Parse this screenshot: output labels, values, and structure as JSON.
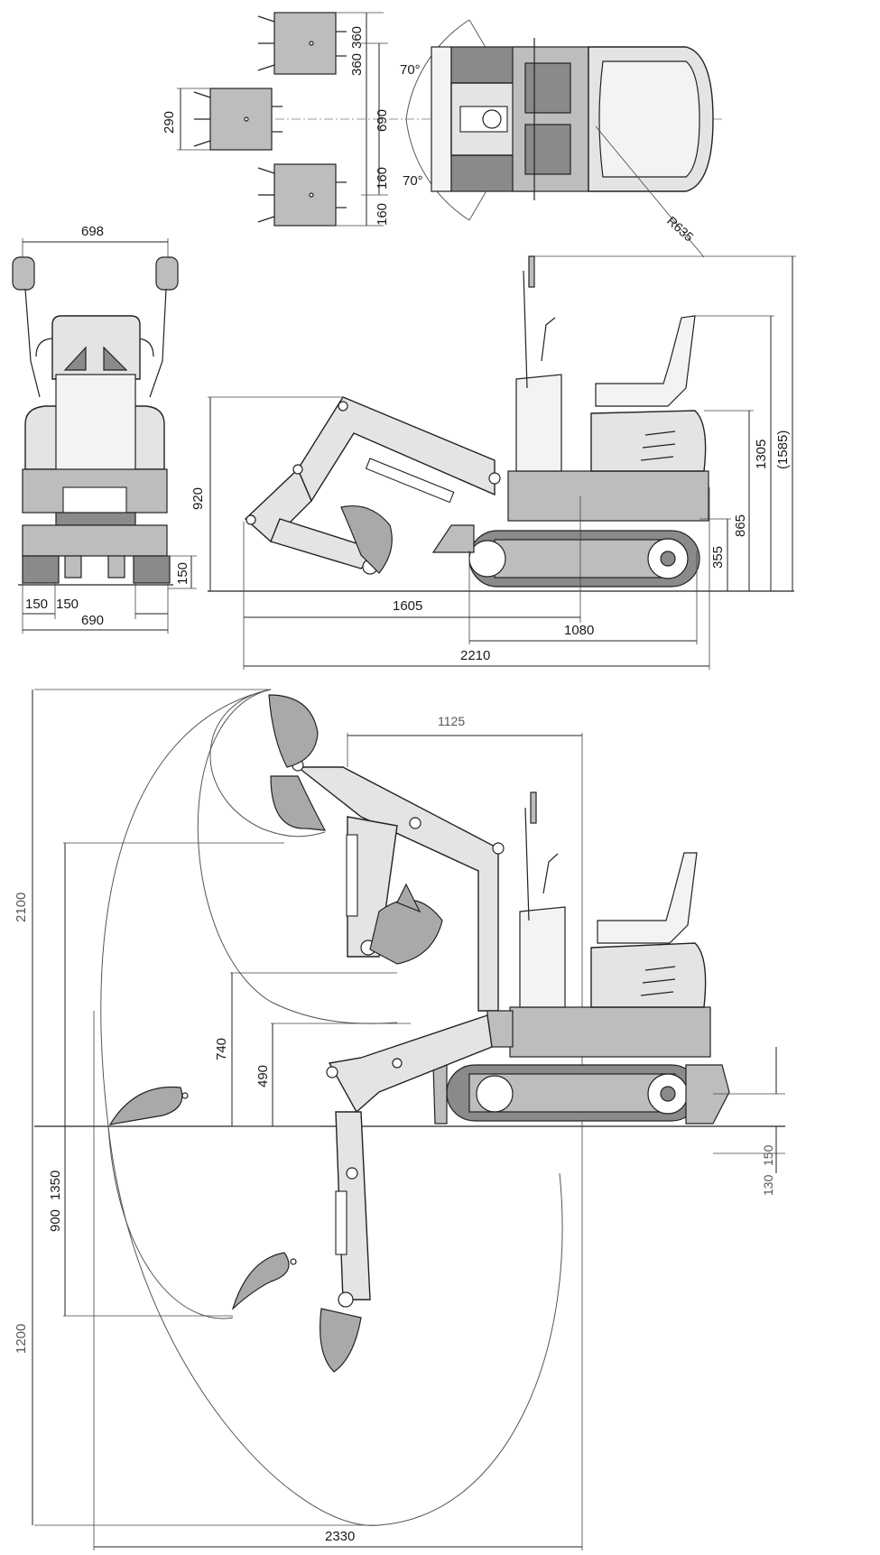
{
  "top_view": {
    "dims": {
      "bucket_width": "290",
      "offset_left": "360",
      "offset_left2": "360",
      "center_width": "690",
      "offset_right": "160",
      "offset_right2": "160",
      "swing_angle_top": "70°",
      "swing_angle_bottom": "70°",
      "tail_radius": "R635"
    }
  },
  "front_view": {
    "dims": {
      "overall_width": "698",
      "track_width": "150",
      "track_gap": "150",
      "base_width": "690",
      "ground_clearance": "150"
    }
  },
  "side_view": {
    "dims": {
      "boom_height": "920",
      "reach_front": "1605",
      "track_length": "1080",
      "overall_length": "2210",
      "undercarriage_height": "355",
      "body_height": "865",
      "seat_height": "1305",
      "roof_height": "(1585)"
    }
  },
  "working_range": {
    "dims": {
      "max_dig_height": "2100",
      "max_dump_height": "1350",
      "dump_clearance": "900",
      "max_dig_depth": "1200",
      "vertical_wall_depth": "740",
      "blade_lift": "490",
      "top_reach": "1125",
      "max_reach": "2330",
      "blade_up": "130",
      "blade_down": "150"
    }
  }
}
